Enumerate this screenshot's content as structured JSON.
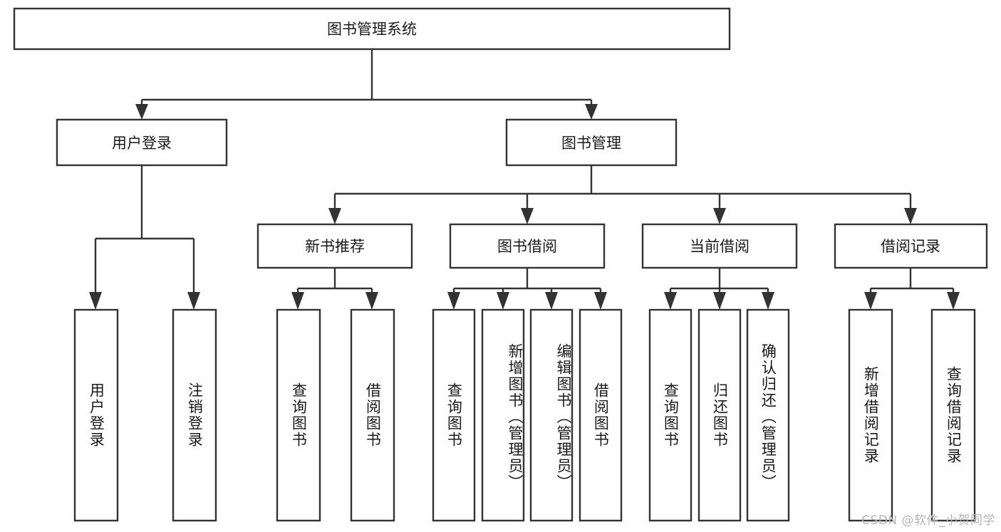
{
  "diagram": {
    "type": "tree",
    "title": "图书管理系统",
    "watermark": "CSDN @软件_小贺同学",
    "colors": {
      "box_stroke": "#333333",
      "box_fill": "#ffffff",
      "text": "#1a1a1a",
      "background": "#ffffff",
      "watermark": "#b4b4b4"
    },
    "root": {
      "label": "图书管理系统"
    },
    "level2": [
      {
        "label": "用户登录"
      },
      {
        "label": "图书管理"
      }
    ],
    "level3": [
      {
        "label": "新书推荐"
      },
      {
        "label": "图书借阅"
      },
      {
        "label": "当前借阅"
      },
      {
        "label": "借阅记录"
      }
    ],
    "leaves": {
      "user_login": [
        {
          "label": "用户登录"
        },
        {
          "label": "注销登录"
        }
      ],
      "new_book_recommend": [
        {
          "label": "查询图书"
        },
        {
          "label": "借阅图书"
        }
      ],
      "book_borrow": [
        {
          "label": "查询图书"
        },
        {
          "label": "新增图书（管理员）"
        },
        {
          "label": "编辑图书（管理员）"
        },
        {
          "label": "借阅图书"
        }
      ],
      "current_borrow": [
        {
          "label": "查询图书"
        },
        {
          "label": "归还图书"
        },
        {
          "label": "确认归还（管理员）"
        }
      ],
      "borrow_record": [
        {
          "label": "新增借阅记录"
        },
        {
          "label": "查询借阅记录"
        }
      ]
    }
  }
}
